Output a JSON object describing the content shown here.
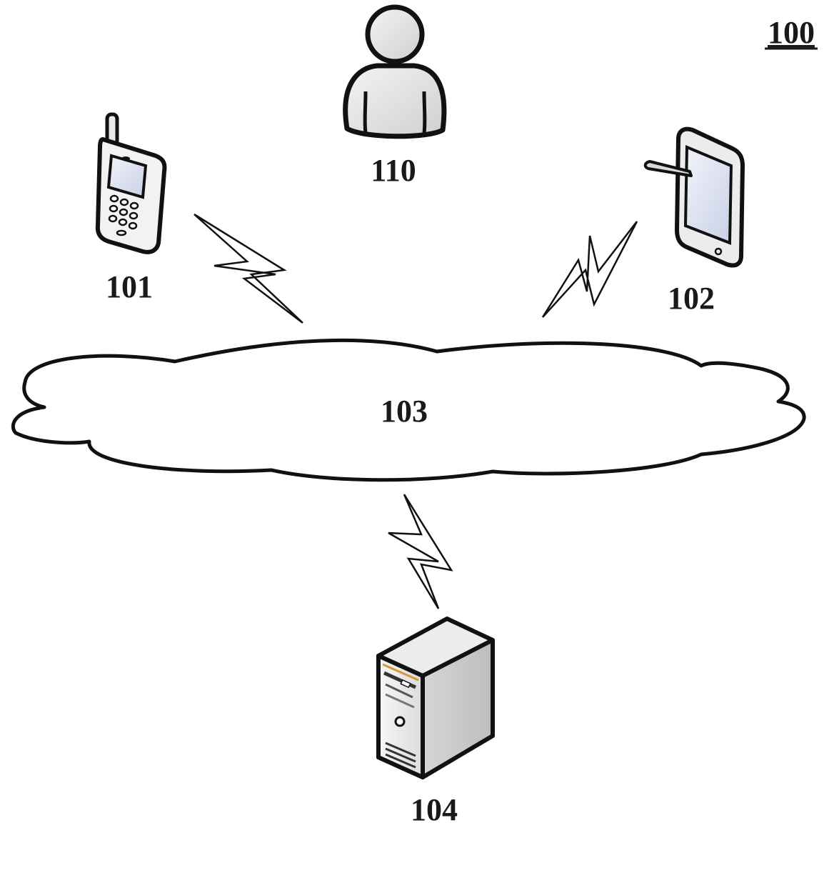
{
  "figure_label": "100",
  "nodes": {
    "user": {
      "label": "110",
      "icon": "user-icon"
    },
    "phone": {
      "label": "101",
      "icon": "mobile-phone-icon"
    },
    "tablet": {
      "label": "102",
      "icon": "tablet-icon"
    },
    "network": {
      "label": "103",
      "icon": "cloud-icon"
    },
    "server": {
      "label": "104",
      "icon": "server-icon"
    }
  },
  "links": [
    {
      "from": "phone",
      "to": "network",
      "icon": "wireless-link-icon"
    },
    {
      "from": "tablet",
      "to": "network",
      "icon": "wireless-link-icon"
    },
    {
      "from": "server",
      "to": "network",
      "icon": "wireless-link-icon"
    }
  ]
}
